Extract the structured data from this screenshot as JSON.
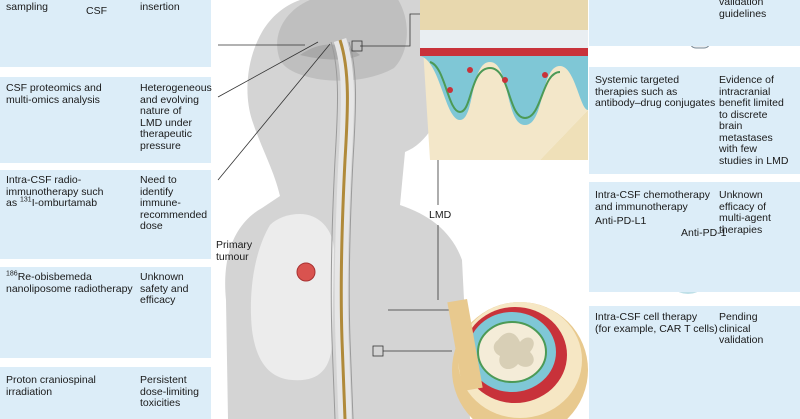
{
  "left_panels": [
    {
      "label": "sampling",
      "sublabel": "CSF",
      "note": "insertion"
    },
    {
      "label": "CSF proteomics and\nmulti-omics analysis",
      "note": "Heterogeneous\nand evolving\nnature of\nLMD under\ntherapeutic\npressure"
    },
    {
      "label_pre": "Intra-CSF radio-\nimmunotherapy such\nas ",
      "label_sup": "131",
      "label_post": "I-omburtamab",
      "note": "Need to\nidentify\nimmune-\nrecommended\ndose"
    },
    {
      "label_sup": "186",
      "label_post": "Re-obisbemeda\nnanoliposome radiotherapy",
      "note": "Unknown\nsafety and\nefficacy"
    },
    {
      "label": "Proton craniospinal\nirradiation",
      "note": "Persistent\ndose-limiting\ntoxicities"
    }
  ],
  "right_panels": [
    {
      "note": "validation\nguidelines"
    },
    {
      "label": "Systemic targeted\ntherapies such as\nantibody–drug conjugates",
      "note": "Evidence of\nintracranial\nbenefit limited\nto discrete\nbrain\nmetastases\nwith few\nstudies in LMD"
    },
    {
      "label": "Intra-CSF chemotherapy\nand immunotherapy",
      "sublabel_1": "Anti-PD-L1",
      "sublabel_2": "Anti-PD-1",
      "note": "Unknown\nefficacy of\nmulti-agent\ntherapies"
    },
    {
      "label": "Intra-CSF cell therapy\n(for example, CAR T cells)",
      "note": "Pending\nclinical\nvalidation"
    }
  ],
  "center": {
    "primary_tumour": "Primary\ntumour",
    "lmd": "LMD"
  },
  "colors": {
    "panel_bg": "#dcedf8",
    "accent_blue": "#1d7fc4",
    "body_grey": "#d4d4d4",
    "tissue_red": "#c8323a",
    "tissue_green": "#4c9a56"
  }
}
